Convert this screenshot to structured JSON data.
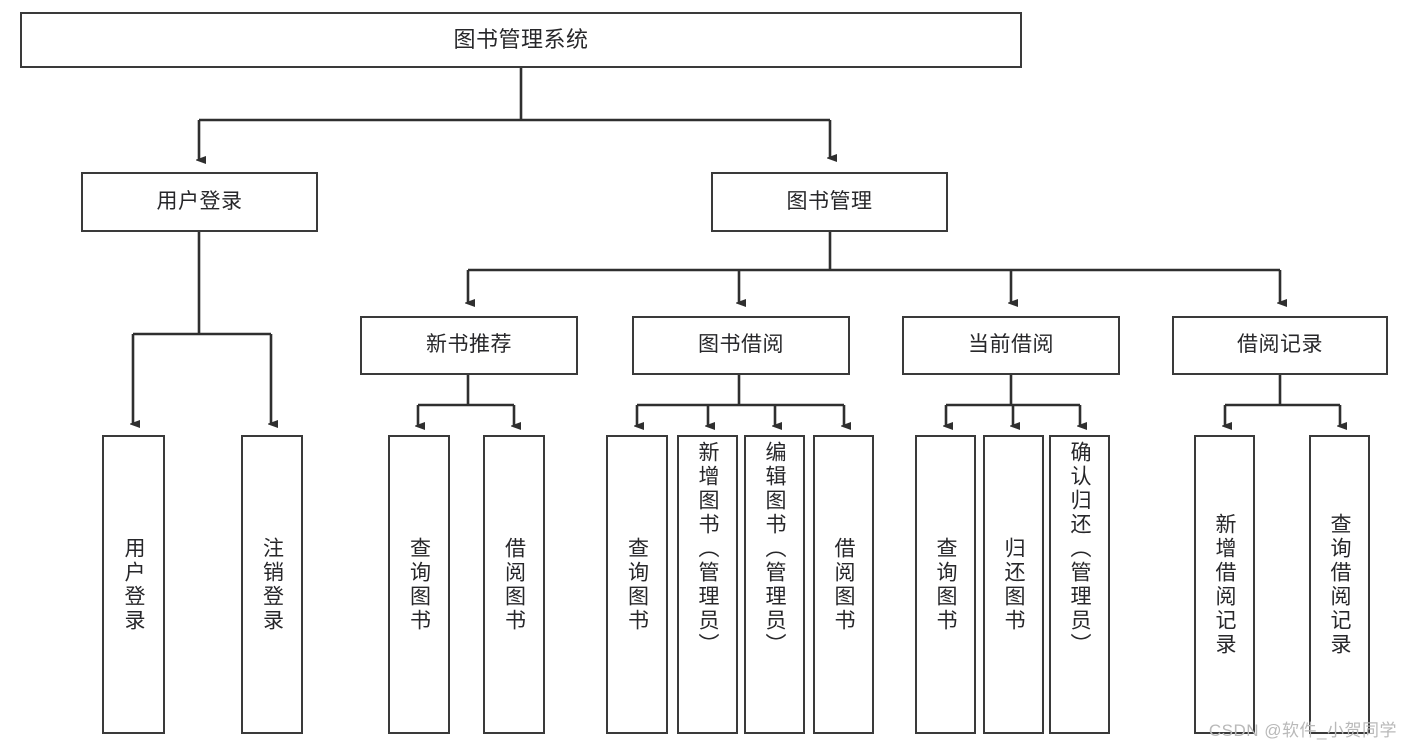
{
  "diagram": {
    "title": "图书管理系统",
    "type": "tree",
    "watermark": "CSDN @软件_小贺同学",
    "colors": {
      "border": "#3a3a3a",
      "text": "#27272a",
      "background": "#ffffff",
      "connector": "#2f2f2f",
      "watermark": "#b9b9b9"
    },
    "root": {
      "label": "图书管理系统"
    },
    "level2": [
      {
        "label": "用户登录"
      },
      {
        "label": "图书管理"
      }
    ],
    "level3": [
      {
        "label": "新书推荐"
      },
      {
        "label": "图书借阅"
      },
      {
        "label": "当前借阅"
      },
      {
        "label": "借阅记录"
      }
    ],
    "leaves": {
      "user_login": [
        {
          "label": "用户登录"
        },
        {
          "label": "注销登录"
        }
      ],
      "new_book_recommend": [
        {
          "label": "查询图书"
        },
        {
          "label": "借阅图书"
        }
      ],
      "book_borrow": [
        {
          "label": "查询图书"
        },
        {
          "label": "新增图书（管理员）"
        },
        {
          "label": "编辑图书（管理员）"
        },
        {
          "label": "借阅图书"
        }
      ],
      "current_borrow": [
        {
          "label": "查询图书"
        },
        {
          "label": "归还图书"
        },
        {
          "label": "确认归还（管理员）"
        }
      ],
      "borrow_record": [
        {
          "label": "新增借阅记录"
        },
        {
          "label": "查询借阅记录"
        }
      ]
    }
  }
}
